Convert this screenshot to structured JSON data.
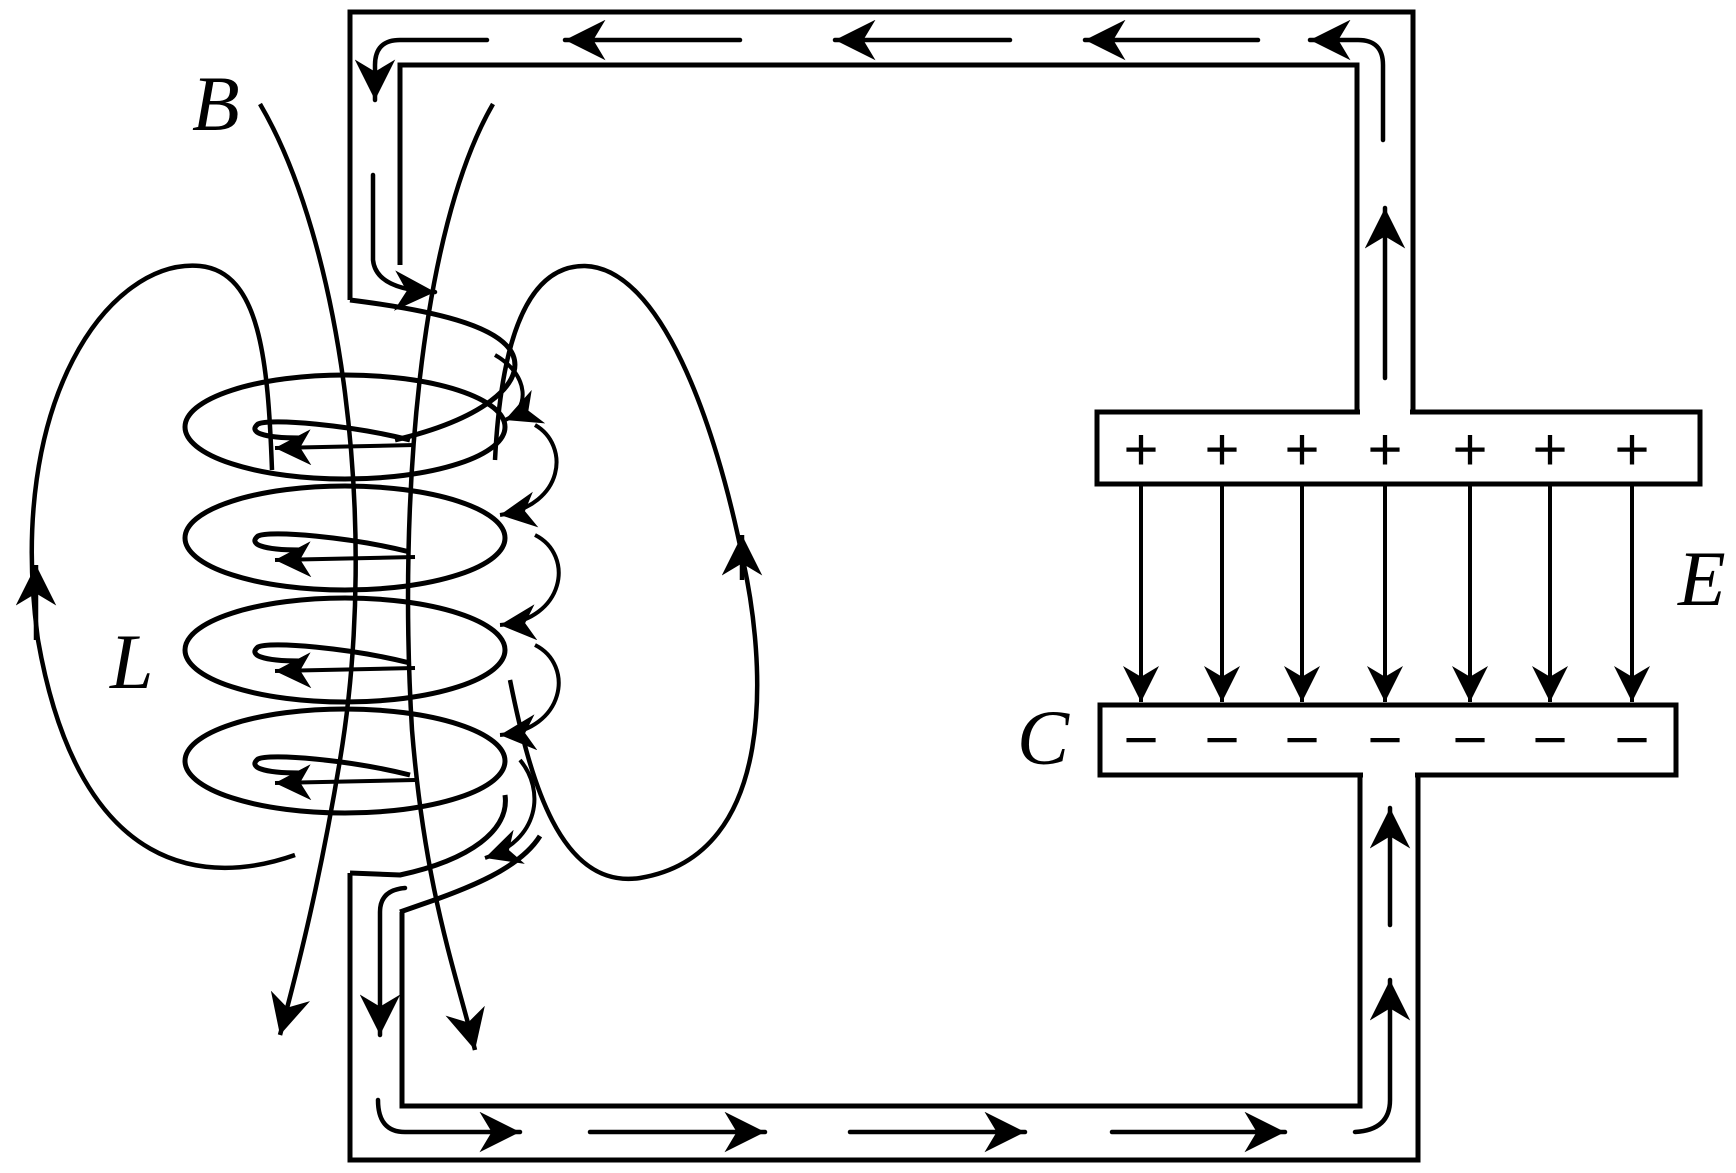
{
  "labels": {
    "magnetic_field": "B",
    "inductor": "L",
    "capacitor": "C",
    "electric_field": "E"
  },
  "capacitor": {
    "top_plate_charges": [
      "+",
      "+",
      "+",
      "+",
      "+",
      "+",
      "+"
    ],
    "bottom_plate_charges": [
      "−",
      "−",
      "−",
      "−",
      "−",
      "−",
      "−"
    ]
  },
  "colors": {
    "ink": "#000000",
    "background": "#ffffff"
  }
}
